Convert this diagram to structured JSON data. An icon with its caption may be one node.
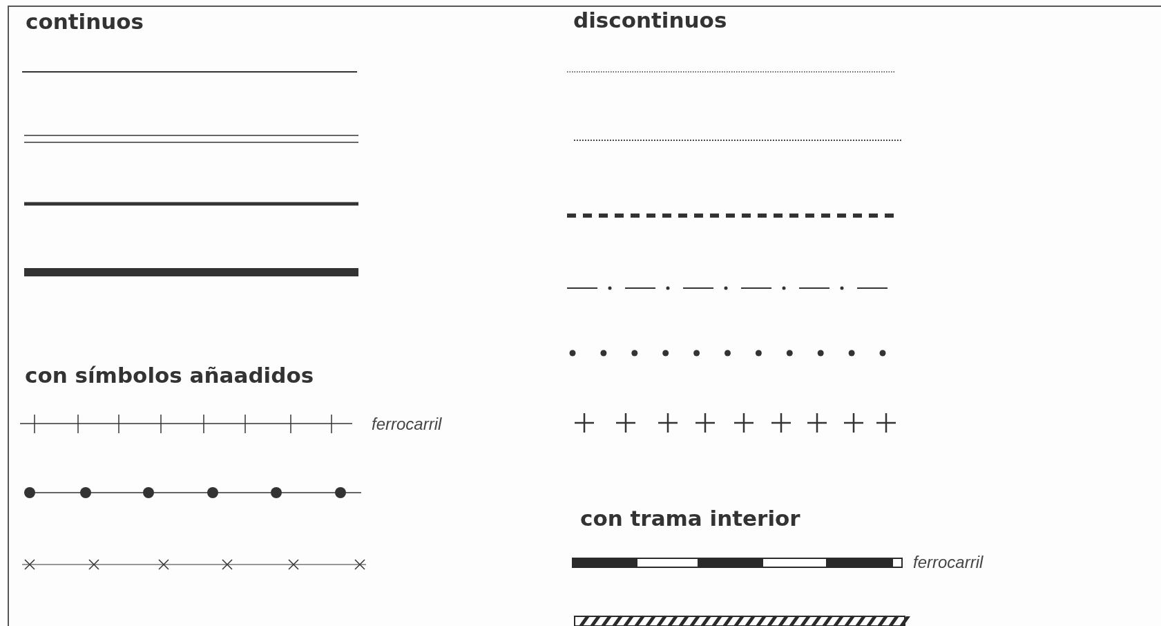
{
  "diagram": {
    "labels": [
      "continuos",
      "discontinuos",
      "con símbolos añaadidos",
      "ferrocarril",
      "con trama interior",
      "ferrocarril"
    ]
  }
}
